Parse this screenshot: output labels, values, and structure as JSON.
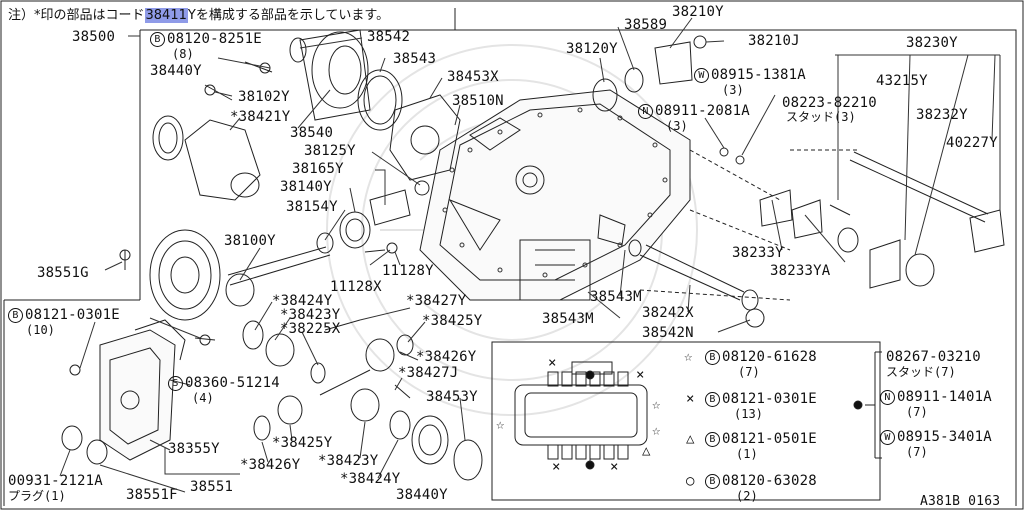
{
  "note": {
    "prefix": "注）*印の部品はコード",
    "code": "38411",
    "suffix": "Yを構成する部品を示しています。"
  },
  "parts": {
    "p38500": "38500",
    "p08120_8251E": "08120-8251E",
    "p08120_8251E_qty": "(8)",
    "p38542": "38542",
    "p38589": "38589",
    "p38210Y": "38210Y",
    "p38120Y": "38120Y",
    "p38210J": "38210J",
    "p38230Y": "38230Y",
    "p38543": "38543",
    "p38453X": "38453X",
    "p38440Y_top": "38440Y",
    "p38102Y": "38102Y",
    "p38421Y": "*38421Y",
    "p38510N": "38510N",
    "p38540": "38540",
    "p08915_1381A": "08915-1381A",
    "p08915_1381A_qty": "(3)",
    "p43215Y": "43215Y",
    "p08911_2081A": "08911-2081A",
    "p08911_2081A_qty": "(3)",
    "p08223_82210": "08223-82210",
    "p08223_sub": "スタッド(3)",
    "p38232Y": "38232Y",
    "p38125Y": "38125Y",
    "p40227Y": "40227Y",
    "p38165Y": "38165Y",
    "p38140Y": "38140Y",
    "p38154Y": "38154Y",
    "p38100Y": "38100Y",
    "p38233Y": "38233Y",
    "p38233YA": "38233YA",
    "p38551G": "38551G",
    "p11128Y": "11128Y",
    "p11128X": "11128X",
    "p38543M_a": "38543M",
    "p38242X": "38242X",
    "p38543M_b": "38543M",
    "p38542N": "38542N",
    "p08121_0301E_left": "08121-0301E",
    "p08121_0301E_left_qty": "(10)",
    "p38424Y_a": "*38424Y",
    "p38423Y_a": "*38423Y",
    "p38225X": "*38225X",
    "p38427Y": "*38427Y",
    "p38425Y_a": "*38425Y",
    "p38426Y_a": "*38426Y",
    "p38427J": "*38427J",
    "p08360_51214": "08360-51214",
    "p08360_qty": "(4)",
    "p38453Y": "38453Y",
    "p38355Y": "38355Y",
    "p38425Y_b": "*38425Y",
    "p38426Y_b": "*38426Y",
    "p38423Y_b": "*38423Y",
    "p38424Y_b": "*38424Y",
    "p38440Y_bot": "38440Y",
    "p38551": "38551",
    "p38551F": "38551F",
    "p00931": "00931-2121A",
    "p00931_sub": "プラグ(1)",
    "s_08120_61628": "08120-61628",
    "s_08120_61628_qty": "(7)",
    "s_08121_0301E": "08121-0301E",
    "s_08121_0301E_qty": "(13)",
    "s_08121_0501E": "08121-0501E",
    "s_08121_0501E_qty": "(1)",
    "s_08120_63028": "08120-63028",
    "s_08120_63028_qty": "(2)",
    "s_08267_03210": "08267-03210",
    "s_08267_sub": "スタッド(7)",
    "s_08911_1401A": "08911-1401A",
    "s_08911_qty": "(7)",
    "s_08915_3401A": "08915-3401A",
    "s_08915_qty": "(7)",
    "figure_code": "A381B 0163"
  },
  "markers": {
    "B": "B",
    "N": "N",
    "W": "W",
    "S": "S",
    "star": "☆",
    "cross": "×",
    "tri": "△",
    "circ": "○",
    "dot": "●"
  }
}
